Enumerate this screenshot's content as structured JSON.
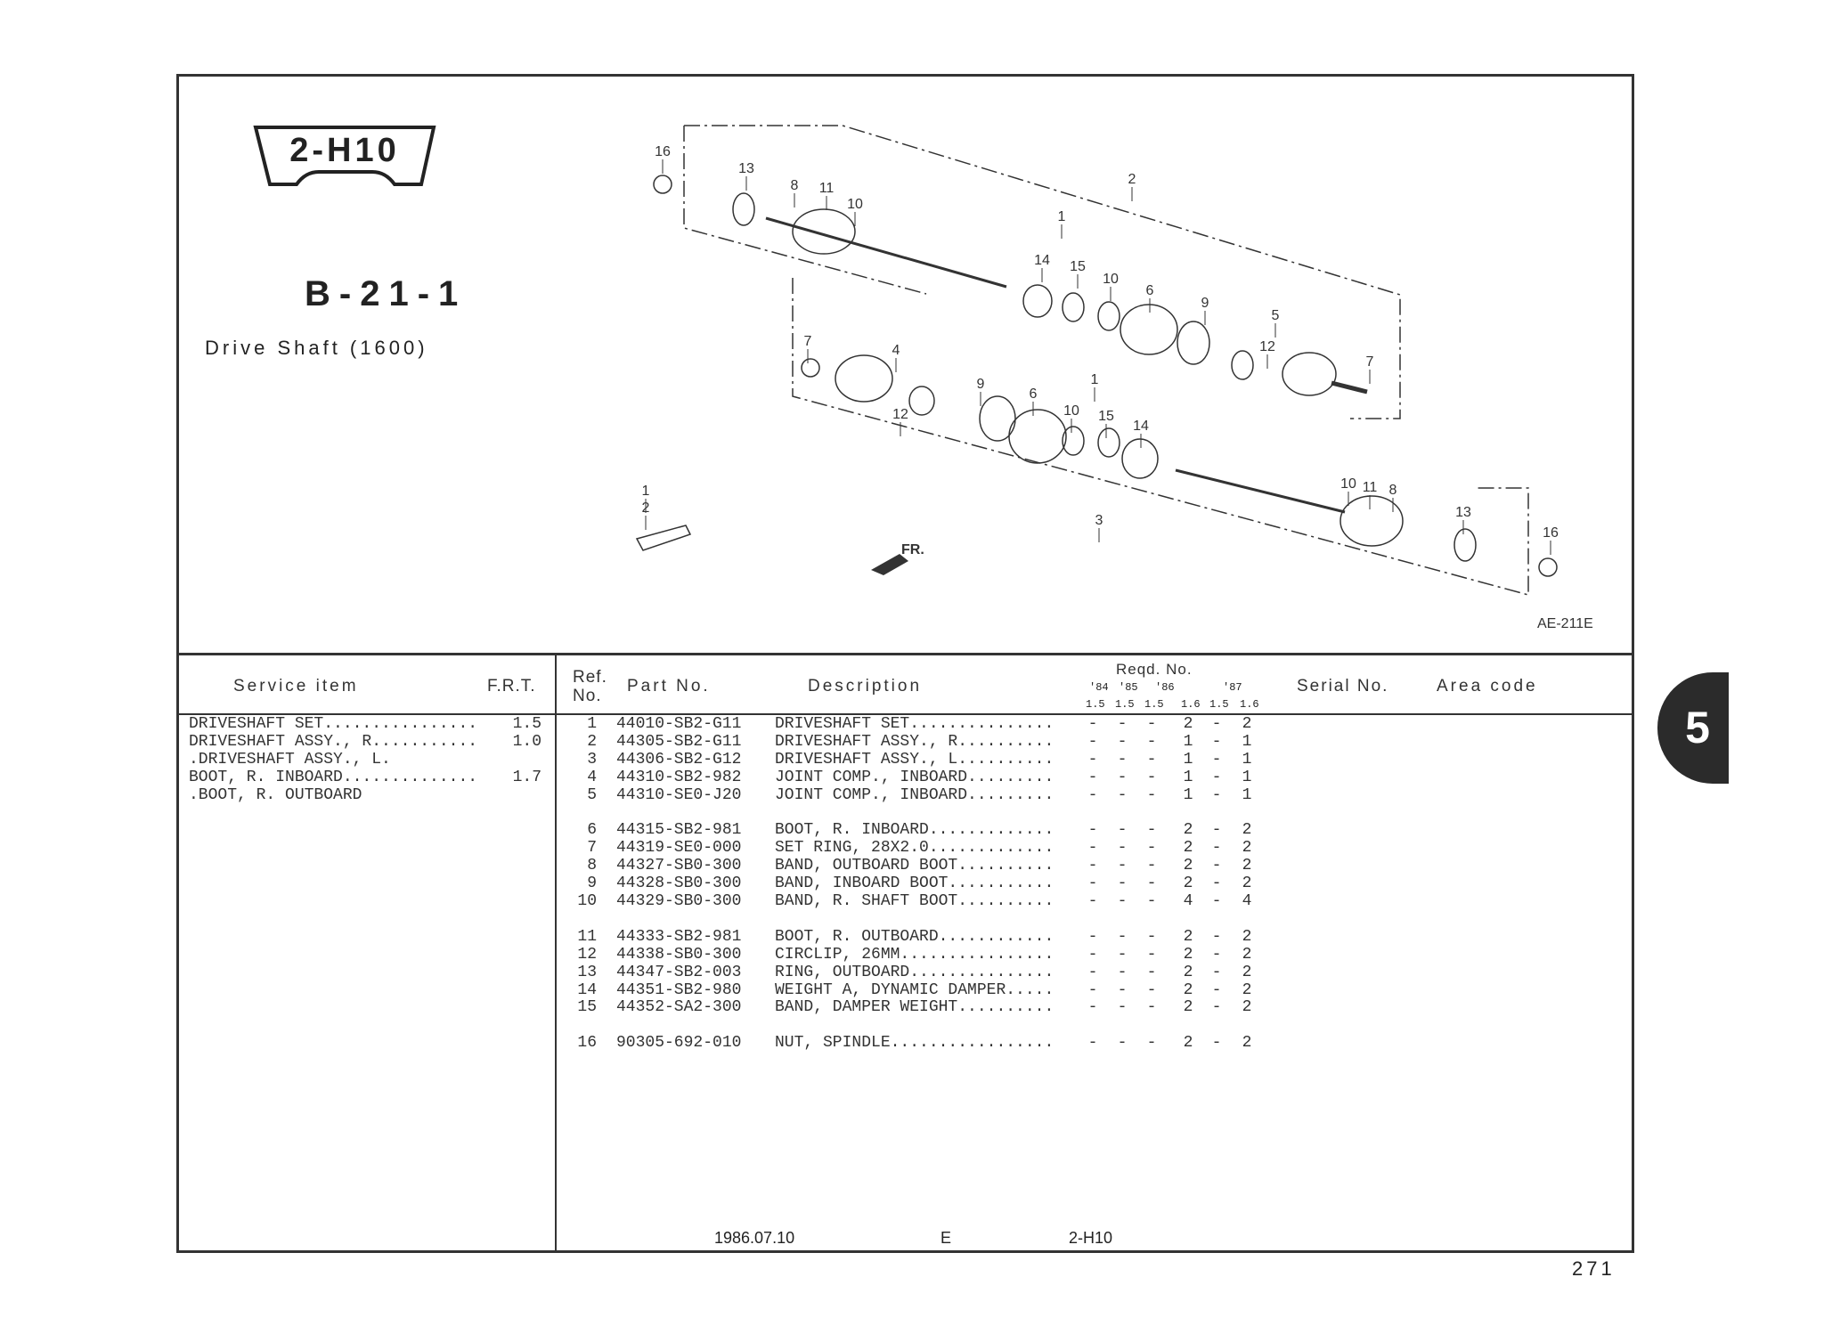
{
  "header": {
    "plate": "2-H10",
    "group": "B-21-1",
    "title": "Drive Shaft (1600)",
    "drawing_code": "AE-211E",
    "front_label": "FR."
  },
  "diagram": {
    "callouts": [
      "16",
      "13",
      "8",
      "11",
      "10",
      "2",
      "1",
      "14",
      "15",
      "10",
      "6",
      "9",
      "5",
      "12",
      "7",
      "7",
      "4",
      "12",
      "9",
      "6",
      "1",
      "10",
      "15",
      "14",
      "3",
      "10",
      "11",
      "8",
      "13",
      "16",
      "1",
      "2"
    ]
  },
  "table": {
    "headers": {
      "service_item": "Service  item",
      "frt": "F.R.T.",
      "ref": "Ref.",
      "ref2": "No.",
      "part_no": "Part No.",
      "description": "Description",
      "reqd": "Reqd. No.",
      "years": [
        "'84",
        "'85",
        "'86",
        "'87"
      ],
      "engines": [
        "1.5",
        "1.5",
        "1.5",
        "1.6",
        "1.5",
        "1.6"
      ],
      "serial": "Serial No.",
      "area": "Area code"
    },
    "service_items": [
      {
        "item": "DRIVESHAFT SET................",
        "frt": "1.5"
      },
      {
        "item": "DRIVESHAFT ASSY., R...........",
        "frt": "1.0"
      },
      {
        "item": ".DRIVESHAFT ASSY., L.",
        "frt": ""
      },
      {
        "item": "BOOT, R. INBOARD..............",
        "frt": "1.7"
      },
      {
        "item": ".BOOT, R. OUTBOARD",
        "frt": ""
      }
    ],
    "parts": [
      {
        "ref": "1",
        "part": "44010-SB2-G11",
        "desc": "DRIVESHAFT SET...............",
        "q": [
          "-",
          "-",
          "-",
          "2",
          "-",
          "2"
        ]
      },
      {
        "ref": "2",
        "part": "44305-SB2-G11",
        "desc": "DRIVESHAFT ASSY., R..........",
        "q": [
          "-",
          "-",
          "-",
          "1",
          "-",
          "1"
        ]
      },
      {
        "ref": "3",
        "part": "44306-SB2-G12",
        "desc": "DRIVESHAFT ASSY., L..........",
        "q": [
          "-",
          "-",
          "-",
          "1",
          "-",
          "1"
        ]
      },
      {
        "ref": "4",
        "part": "44310-SB2-982",
        "desc": "JOINT COMP., INBOARD.........",
        "q": [
          "-",
          "-",
          "-",
          "1",
          "-",
          "1"
        ]
      },
      {
        "ref": "5",
        "part": "44310-SE0-J20",
        "desc": "JOINT COMP., INBOARD.........",
        "q": [
          "-",
          "-",
          "-",
          "1",
          "-",
          "1"
        ]
      },
      {
        "ref": "6",
        "part": "44315-SB2-981",
        "desc": "BOOT, R. INBOARD.............",
        "q": [
          "-",
          "-",
          "-",
          "2",
          "-",
          "2"
        ]
      },
      {
        "ref": "7",
        "part": "44319-SE0-000",
        "desc": "SET RING, 28X2.0.............",
        "q": [
          "-",
          "-",
          "-",
          "2",
          "-",
          "2"
        ]
      },
      {
        "ref": "8",
        "part": "44327-SB0-300",
        "desc": "BAND, OUTBOARD BOOT..........",
        "q": [
          "-",
          "-",
          "-",
          "2",
          "-",
          "2"
        ]
      },
      {
        "ref": "9",
        "part": "44328-SB0-300",
        "desc": "BAND, INBOARD BOOT...........",
        "q": [
          "-",
          "-",
          "-",
          "2",
          "-",
          "2"
        ]
      },
      {
        "ref": "10",
        "part": "44329-SB0-300",
        "desc": "BAND, R. SHAFT BOOT..........",
        "q": [
          "-",
          "-",
          "-",
          "4",
          "-",
          "4"
        ]
      },
      {
        "ref": "11",
        "part": "44333-SB2-981",
        "desc": "BOOT, R. OUTBOARD............",
        "q": [
          "-",
          "-",
          "-",
          "2",
          "-",
          "2"
        ]
      },
      {
        "ref": "12",
        "part": "44338-SB0-300",
        "desc": "CIRCLIP, 26MM................",
        "q": [
          "-",
          "-",
          "-",
          "2",
          "-",
          "2"
        ]
      },
      {
        "ref": "13",
        "part": "44347-SB2-003",
        "desc": "RING, OUTBOARD...............",
        "q": [
          "-",
          "-",
          "-",
          "2",
          "-",
          "2"
        ]
      },
      {
        "ref": "14",
        "part": "44351-SB2-980",
        "desc": "WEIGHT A, DYNAMIC DAMPER.....",
        "q": [
          "-",
          "-",
          "-",
          "2",
          "-",
          "2"
        ]
      },
      {
        "ref": "15",
        "part": "44352-SA2-300",
        "desc": "BAND, DAMPER WEIGHT..........",
        "q": [
          "-",
          "-",
          "-",
          "2",
          "-",
          "2"
        ]
      },
      {
        "ref": "16",
        "part": "90305-692-010",
        "desc": "NUT, SPINDLE.................",
        "q": [
          "-",
          "-",
          "-",
          "2",
          "-",
          "2"
        ]
      }
    ]
  },
  "footer": {
    "date": "1986.07.10",
    "code": "E",
    "plate": "2-H10",
    "page": "271",
    "section": "5"
  }
}
